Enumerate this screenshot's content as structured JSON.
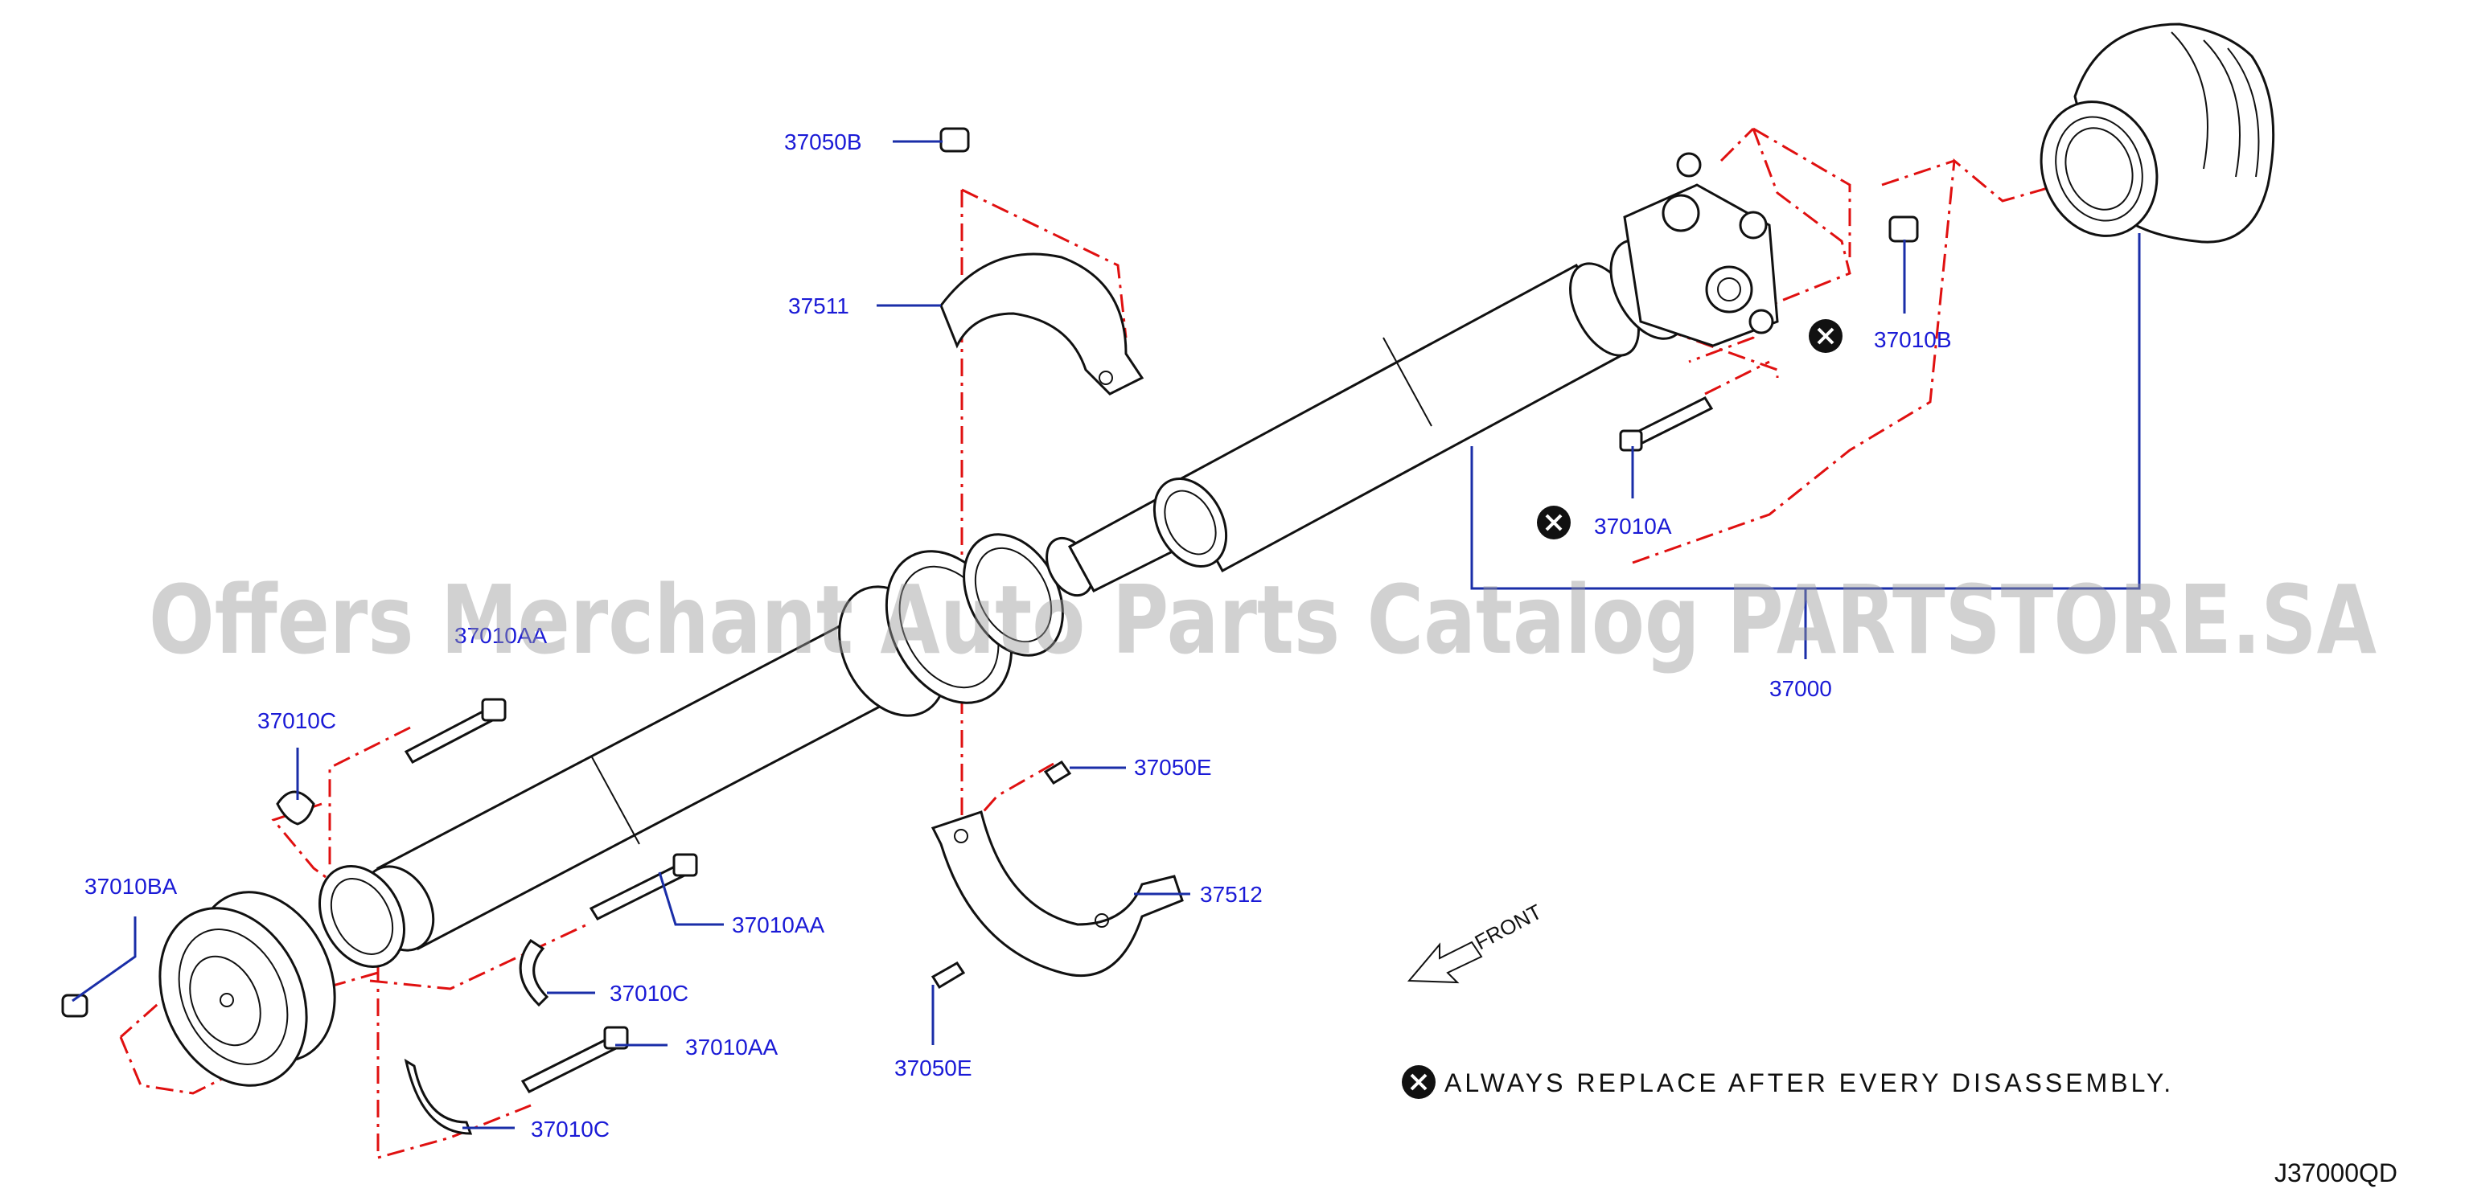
{
  "diagram": {
    "part_labels": {
      "p37050B": "37050B",
      "p37511": "37511",
      "p37010B": "37010B",
      "p37010A": "37010A",
      "p37000": "37000",
      "p37010AA_top": "37010AA",
      "p37010C_top": "37010C",
      "p37010BA": "37010BA",
      "p37010AA_mid": "37010AA",
      "p37010C_mid": "37010C",
      "p37010AA_low": "37010AA",
      "p37010C_low": "37010C",
      "p37050E_top": "37050E",
      "p37512": "37512",
      "p37050E_low": "37050E"
    },
    "front_label": "FRONT",
    "note": "ALWAYS  REPLACE  AFTER  EVERY  DISASSEMBLY.",
    "drawing_code": "J37000QD",
    "watermark": "Offers Merchant Auto Parts Catalog PARTSTORE.SA",
    "colors": {
      "label": "#1a1ad6",
      "leader": "#1a2ea8",
      "dash": "#e01010",
      "line": "#111111"
    },
    "icons": {
      "replace": "x-circle-icon",
      "front": "front-arrow-icon"
    }
  }
}
